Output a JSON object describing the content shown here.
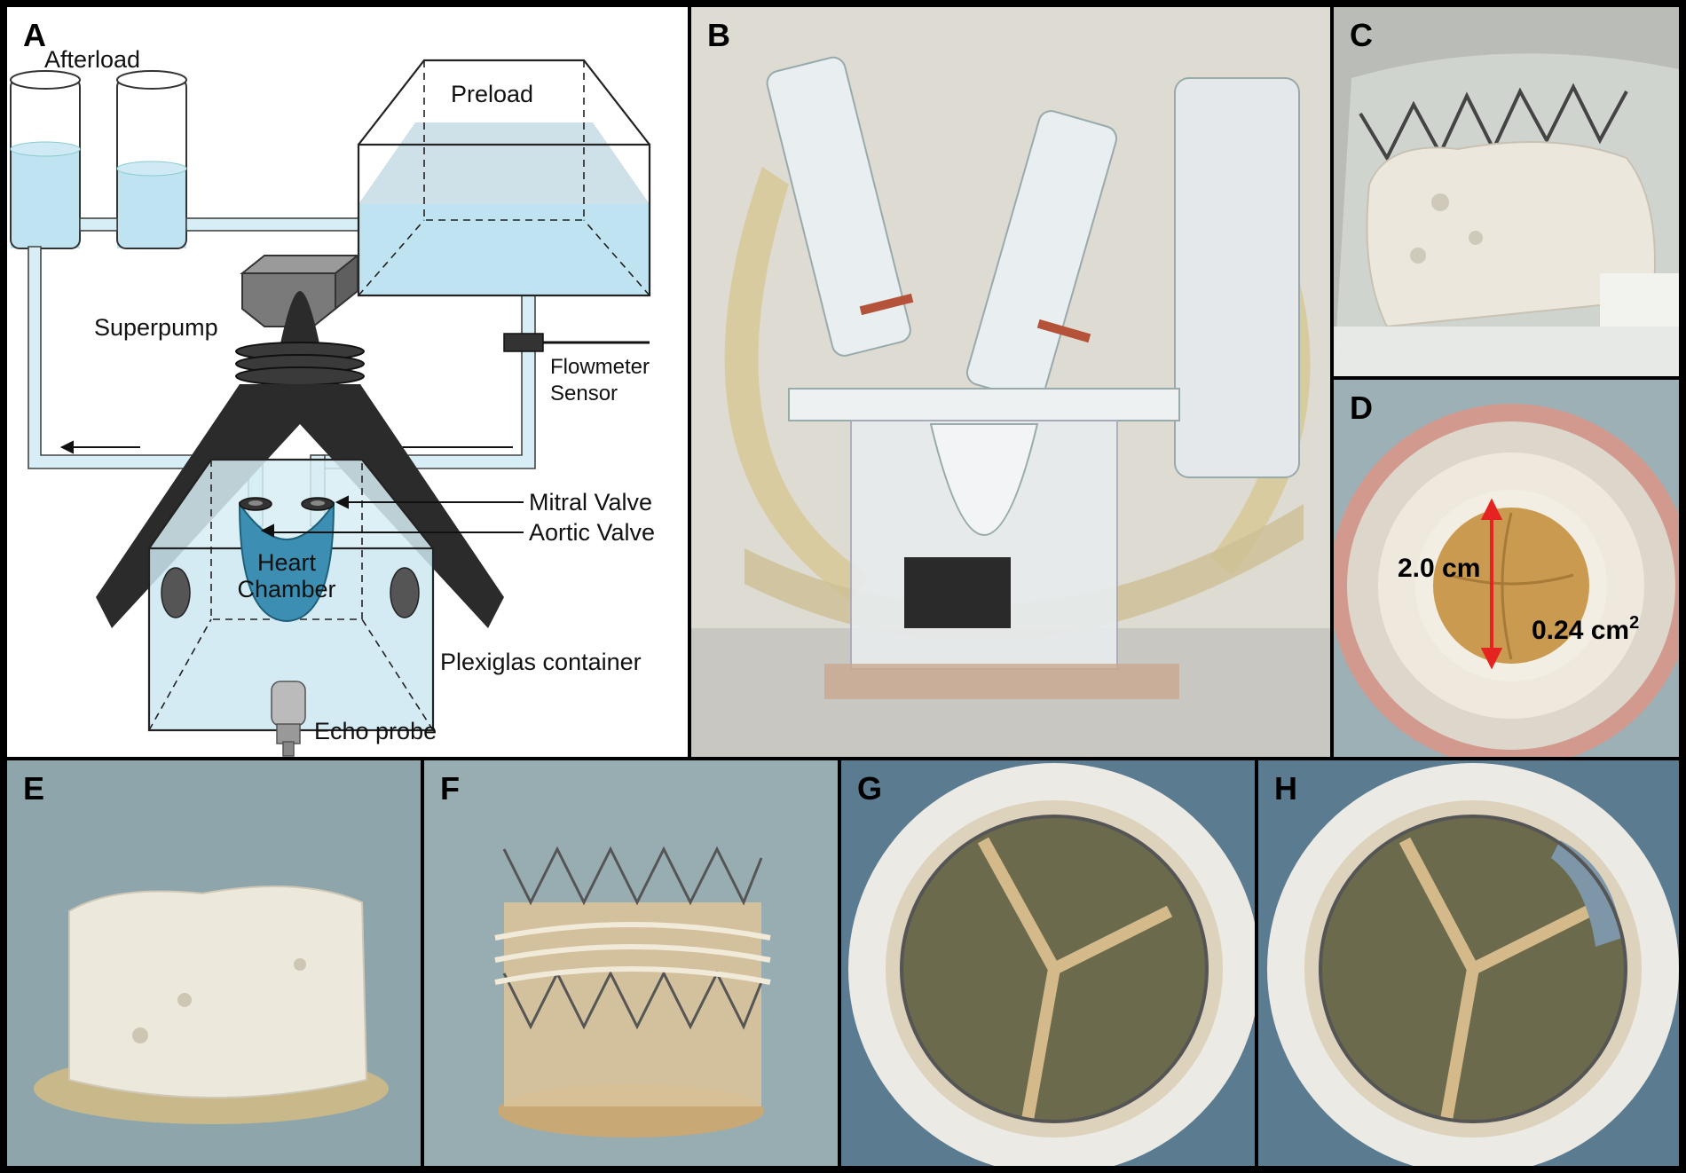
{
  "panels": {
    "a": {
      "letter": "A",
      "labels": {
        "afterload": "Afterload",
        "preload": "Preload",
        "superpump": "Superpump",
        "flowmeter_line1": "Flowmeter",
        "flowmeter_line2": "Sensor",
        "mitral_valve": "Mitral Valve",
        "aortic_valve": "Aortic Valve",
        "heart_line1": "Heart",
        "heart_line2": "Chamber",
        "plexiglas": "Plexiglas container",
        "echo_probe": "Echo probe"
      }
    },
    "b": {
      "letter": "B"
    },
    "c": {
      "letter": "C"
    },
    "d": {
      "letter": "D",
      "diameter": "2.0 cm",
      "area_value": "0.24 cm",
      "area_exponent": "2"
    },
    "e": {
      "letter": "E"
    },
    "f": {
      "letter": "F"
    },
    "g": {
      "letter": "G"
    },
    "h": {
      "letter": "H"
    }
  },
  "colors": {
    "water": "#bfe3f0",
    "heart": "#3c8fb2",
    "pump": "#2b2b2b",
    "measure_arrow": "#e52421"
  }
}
